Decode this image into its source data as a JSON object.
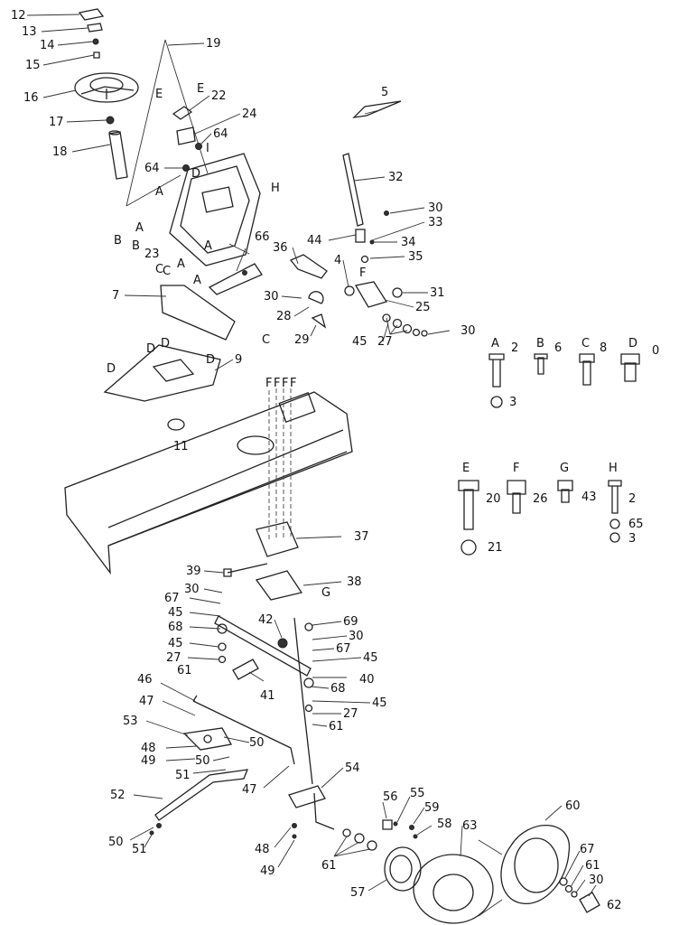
{
  "callouts": {
    "n12": "12",
    "n13": "13",
    "n14": "14",
    "n15": "15",
    "n16": "16",
    "n17": "17",
    "n18": "18",
    "n19": "19",
    "n22": "22",
    "n24": "24",
    "n64a": "64",
    "n64b": "64",
    "n23": "23",
    "n66": "66",
    "n36": "36",
    "n32": "32",
    "n30a": "30",
    "n33": "33",
    "n44": "44",
    "n34": "34",
    "n35": "35",
    "n4": "4",
    "n31": "31",
    "n25": "25",
    "n28": "28",
    "n29": "29",
    "n30b": "30",
    "n45a": "45",
    "n30c": "30",
    "n27a": "27",
    "n7": "7",
    "n9": "9",
    "n11": "11",
    "n5": "5",
    "n37": "37",
    "n39": "39",
    "n38": "38",
    "n30d": "30",
    "n67a": "67",
    "n45b": "45",
    "n68a": "68",
    "n42": "42",
    "n69": "69",
    "n30e": "30",
    "n45c": "45",
    "n67b": "67",
    "n27b": "27",
    "n45d": "45",
    "n61a": "61",
    "n41": "41",
    "n40": "40",
    "n68b": "68",
    "n45e": "45",
    "n27c": "27",
    "n61b": "61",
    "n46": "46",
    "n47a": "47",
    "n53": "53",
    "n50a": "50",
    "n48a": "48",
    "n50b": "50",
    "n49a": "49",
    "n51a": "51",
    "n52": "52",
    "n47b": "47",
    "n54": "54",
    "n50c": "50",
    "n51b": "51",
    "n56": "56",
    "n55": "55",
    "n59": "59",
    "n58": "58",
    "n48b": "48",
    "n49b": "49",
    "n61c": "61",
    "n57": "57",
    "n63": "63",
    "n60": "60",
    "n67c": "67",
    "n61d": "61",
    "n30f": "30",
    "n62": "62"
  },
  "ref_letters": {
    "A_a": "A",
    "A_b": "A",
    "A_c": "A",
    "A_d": "A",
    "A_e": "A",
    "B_a": "B",
    "B_b": "B",
    "C_a": "C",
    "C_b": "C",
    "C_c": "C",
    "D_a": "D",
    "D_b": "D",
    "D_c": "D",
    "D_d": "D",
    "D_e": "D",
    "E_a": "E",
    "E_b": "E",
    "F_a": "F",
    "F_b": "F",
    "F_c": "F",
    "F_d": "F",
    "F_e": "F",
    "G_a": "G",
    "H_a": "H",
    "I_a": "I"
  },
  "hardware_key": [
    {
      "letter": "A",
      "parts": [
        "2",
        "3"
      ]
    },
    {
      "letter": "B",
      "parts": [
        "6"
      ]
    },
    {
      "letter": "C",
      "parts": [
        "8"
      ]
    },
    {
      "letter": "D",
      "parts": [
        "0"
      ]
    },
    {
      "letter": "E",
      "parts": [
        "20",
        "21"
      ]
    },
    {
      "letter": "F",
      "parts": [
        "26"
      ]
    },
    {
      "letter": "G",
      "parts": [
        "43"
      ]
    },
    {
      "letter": "H",
      "parts": [
        "2",
        "65",
        "3"
      ]
    }
  ]
}
